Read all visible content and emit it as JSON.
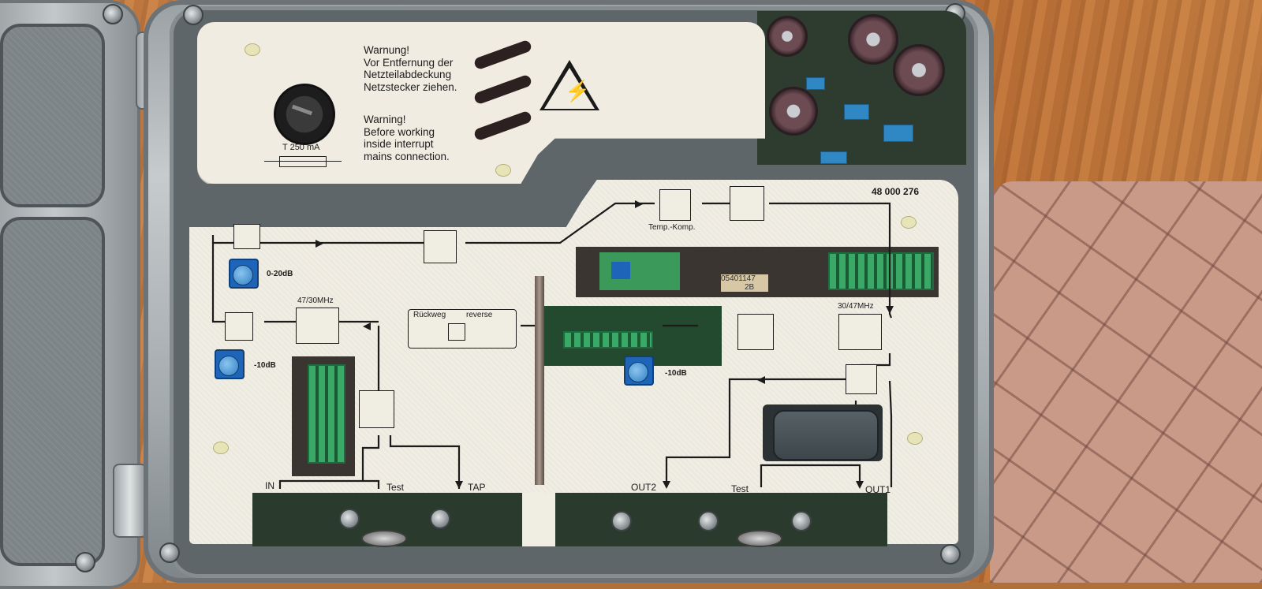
{
  "cover": {
    "warning_de": "Warnung!\nVor Entfernung der\nNetzteilabdeckung\nNetzstecker ziehen.",
    "warning_en": "Warning!\nBefore working\ninside interrupt\nmains connection.",
    "fuse_rating": "T 250 mA"
  },
  "panel": {
    "part_number": "48 000 276",
    "temp_comp": "Temp.-Komp.",
    "att_0_20": "0-20dB",
    "att_10_left": "-10dB",
    "att_10_center": "-10dB",
    "filter_left": "47/30MHz",
    "filter_right": "30/47MHz",
    "return_path": "Rückweg",
    "return_path_en": "reverse",
    "pcb_code": "05401147",
    "pcb_code_2": "2B"
  },
  "ports": {
    "in": "IN",
    "test_left": "Test",
    "tap": "TAP",
    "out2": "OUT2",
    "test_right": "Test",
    "out1": "OUT1"
  },
  "colors": {
    "panel": "#f0ede3",
    "housing": "#a3aaad",
    "pot_blue": "#1e64b8",
    "pcb_green": "#234a2e"
  }
}
